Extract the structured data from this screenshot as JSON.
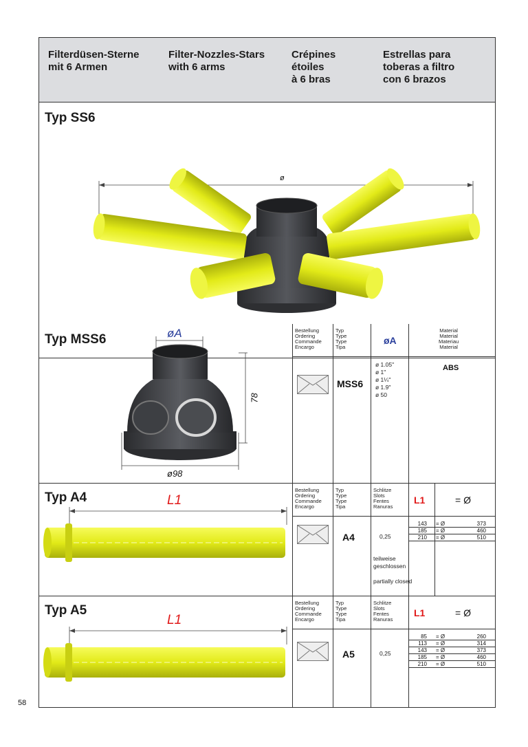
{
  "header": {
    "col1": "Filterdüsen-Sterne\nmit 6 Armen",
    "col2": "Filter-Nozzles-Stars\nwith 6 arms",
    "col3": "Crépines\nétoiles\nà 6 bras",
    "col4": "Estrellas para\ntoberas a filtro\ncon 6 brazos"
  },
  "ss6": {
    "title": "Typ SS6",
    "dim_label": "ø"
  },
  "mss6": {
    "title": "Typ MSS6",
    "dim_a": "øA",
    "dim_78": "78",
    "dim_98": "ø98",
    "h_bestellung": "Bestellung\nOrdering\nCommande\nEncargo",
    "h_typ": "Typ\nType\nType\nTipa",
    "h_oa": "øA",
    "h_material": "Material\nMaterial\nMateriau\nMaterial",
    "type": "MSS6",
    "sizes": "ø  1.05\"\nø  1\"\nø  1¼\"\nø  1.9\"\nø  50",
    "material": "ABS"
  },
  "a4": {
    "title": "Typ A4",
    "dim_l1": "L1",
    "h_bestellung": "Bestellung\nOrdering\nCommande\nEncargo",
    "h_typ": "Typ\nType\nType\nTipa",
    "h_schlitze": "Schlitze\nSlots\nFentes\nRanuras",
    "h_l1": "L1",
    "h_eq": "= Ø",
    "type": "A4",
    "slots": "0,25",
    "note": "teilweise\ngeschlossen\n\npartially closed",
    "rows": [
      {
        "l1": "143",
        "eq": "= Ø",
        "d": "373"
      },
      {
        "l1": "185",
        "eq": "= Ø",
        "d": "460"
      },
      {
        "l1": "210",
        "eq": "= Ø",
        "d": "510"
      }
    ]
  },
  "a5": {
    "title": "Typ A5",
    "dim_l1": "L1",
    "h_bestellung": "Bestellung\nOrdering\nCommande\nEncargo",
    "h_typ": "Typ\nType\nType\nTipa",
    "h_schlitze": "Schlitze\nSlots\nFentes\nRanuras",
    "h_l1": "L1",
    "h_eq": "= Ø",
    "type": "A5",
    "slots": "0,25",
    "rows": [
      {
        "l1": "85",
        "eq": "= Ø",
        "d": "260"
      },
      {
        "l1": "113",
        "eq": "= Ø",
        "d": "314"
      },
      {
        "l1": "143",
        "eq": "= Ø",
        "d": "373"
      },
      {
        "l1": "185",
        "eq": "= Ø",
        "d": "460"
      },
      {
        "l1": "210",
        "eq": "= Ø",
        "d": "510"
      }
    ]
  },
  "page_number": "58",
  "colors": {
    "header_bg": "#dcdde0",
    "nozzle_yellow": "#e4ec1c",
    "body_dark": "#3a3c40",
    "dim_red": "#e01818",
    "dim_blue": "#2a3f9c"
  }
}
